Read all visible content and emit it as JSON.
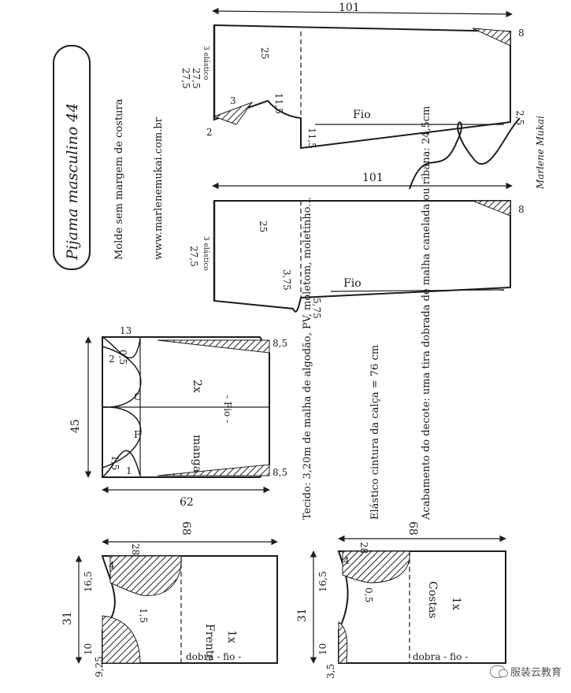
{
  "title": "Pijama masculino 44",
  "subtitle": "Molde sem margem de costura",
  "website": "www.marlenemukai.com.br",
  "signature": "Marlene Mukai",
  "watermark": "服装云教育",
  "colors": {
    "ink": "#1d1d1d",
    "paper": "#ffffff",
    "hatch": "#222222"
  },
  "pants_front": {
    "length": "101",
    "waist_height": "25",
    "hip_marks": [
      "27,5",
      "27,5"
    ],
    "elastic": "3 elástico",
    "top_mark": "8",
    "crotch": [
      "11,5",
      "11,5"
    ],
    "small_marks": [
      "3",
      "2"
    ],
    "grain": "Fio",
    "hem": "2,5"
  },
  "pants_back": {
    "length": "101",
    "waist_height": "25",
    "hip_mark": "27,5",
    "elastic": "3 elástico",
    "top_mark": "8",
    "crotch": [
      "3,75",
      "5,75"
    ],
    "grain": "Fio"
  },
  "sleeve": {
    "width": "45",
    "length": "62",
    "cap_labels": [
      "C",
      "F"
    ],
    "label": "manga",
    "qty": "2x",
    "grain": "- Fio -",
    "marks": [
      "13",
      "8,5",
      "8,5",
      "0,5",
      "2",
      "1,5",
      "1"
    ]
  },
  "front": {
    "label": "Frente",
    "qty": "1x",
    "length": "68",
    "shoulder": "28",
    "width": "31",
    "marks": [
      "16,5",
      "10",
      "9,25",
      "4",
      "1,5"
    ],
    "fold": "dobra - fio -"
  },
  "back": {
    "label": "Costas",
    "qty": "1x",
    "length": "68",
    "shoulder": "28.",
    "width": "31",
    "marks": [
      "16,5",
      "10",
      "3,5",
      "4",
      "0,5"
    ],
    "fold": "dobra - fio -"
  },
  "notes": {
    "fabric": "Tecido: 3,20m de malha de algodão, PV, moletom, moletinho...",
    "elastic": "Elástico cintura da calça = 76 cm",
    "finish": "Acabamento do decote: uma tira dobrada de malha canelada ou ribana: 24,5cm"
  }
}
